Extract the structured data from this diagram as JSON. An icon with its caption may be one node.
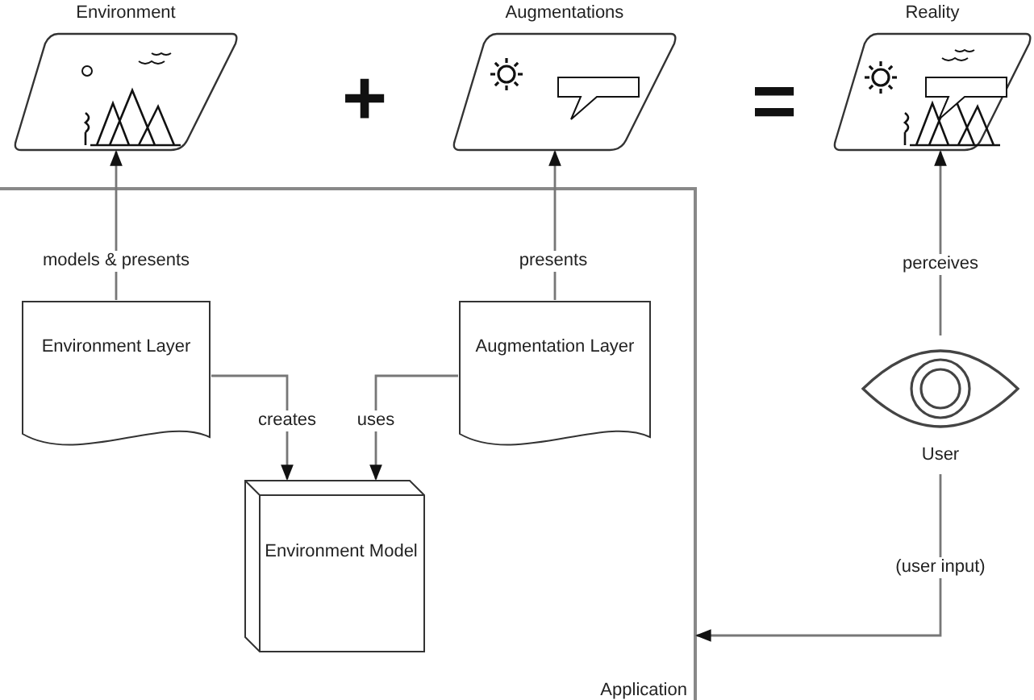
{
  "diagram": {
    "nodes": [
      {
        "text": [
          "Environment"
        ]
      },
      {
        "text": [
          "Augmentations"
        ]
      },
      {
        "text": [
          "Reality"
        ]
      },
      {
        "text": [
          "Application"
        ]
      },
      {
        "text": [
          "Environment Layer"
        ],
        "in": 3
      },
      {
        "text": [
          "Augmentation Layer"
        ],
        "in": 3
      },
      {
        "text": [
          "Environment Model"
        ],
        "in": 3
      },
      {
        "text": [
          "User"
        ]
      }
    ],
    "edges": [
      {
        "from": 4,
        "to": 0,
        "arrow": "to",
        "label": "models & presents"
      },
      {
        "from": 5,
        "to": 1,
        "arrow": "to",
        "label": "presents"
      },
      {
        "from": 7,
        "to": 2,
        "arrow": "to",
        "label": "perceives"
      },
      {
        "from": 4,
        "to": 6,
        "arrow": "to",
        "label": "creates"
      },
      {
        "from": 5,
        "to": 6,
        "arrow": "to",
        "label": "uses"
      },
      {
        "from": 7,
        "to": 3,
        "arrow": "to",
        "label": "(user input)"
      }
    ],
    "labels": [
      "+",
      "="
    ]
  }
}
